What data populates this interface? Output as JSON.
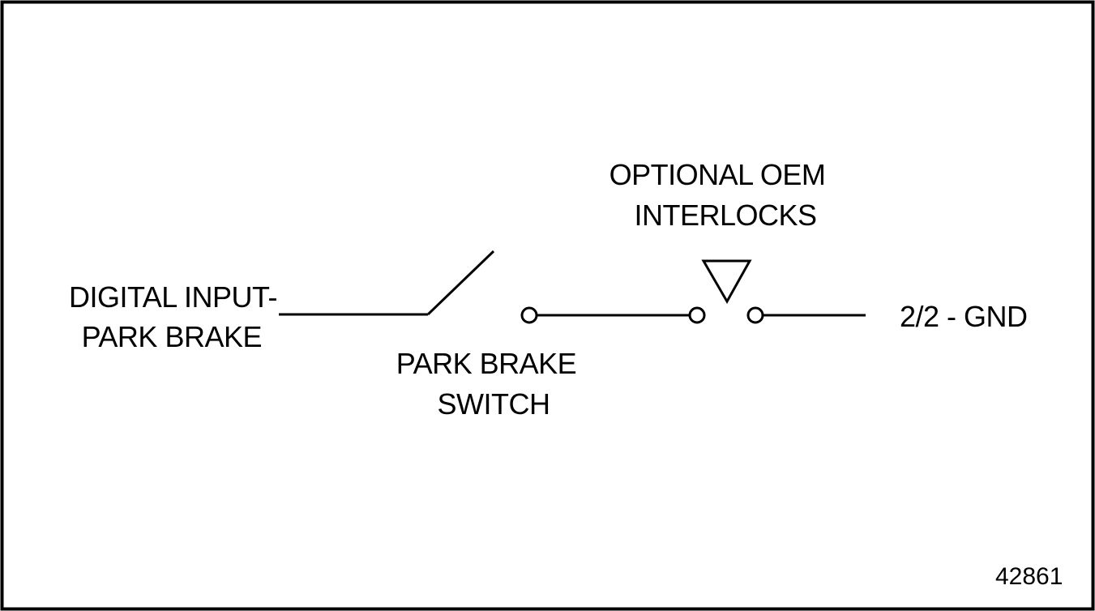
{
  "diagram": {
    "input_label": {
      "line1": "DIGITAL INPUT-",
      "line2": "PARK BRAKE"
    },
    "switch_label": {
      "line1": "PARK BRAKE",
      "line2": "SWITCH"
    },
    "interlock_label": {
      "line1": "OPTIONAL OEM",
      "line2": "INTERLOCKS"
    },
    "ground_label": "2/2 - GND",
    "figure_number": "42861"
  }
}
